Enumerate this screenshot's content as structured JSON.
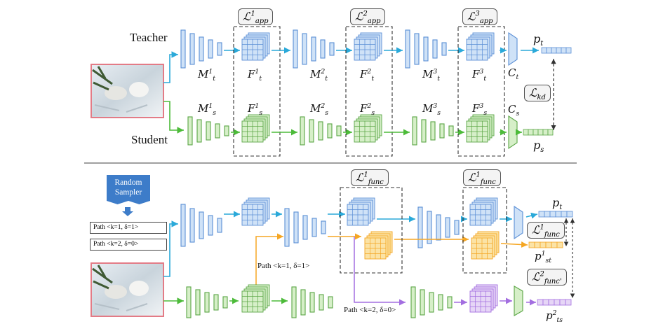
{
  "colors": {
    "teacher_fill": "#cfe2f7",
    "teacher_stroke": "#5b8fd6",
    "teacher_arrow": "#2aa9d9",
    "student_fill": "#d6efc8",
    "student_stroke": "#5ba646",
    "student_arrow": "#4dbb3a",
    "orange": "#f5a623",
    "orange_fill": "#fbe3a6",
    "purple": "#a36ee0",
    "purple_fill": "#e6d6f6",
    "image_border": "#e37b86"
  },
  "top": {
    "teacher_label": "Teacher",
    "student_label": "Student",
    "kd_loss": "kd",
    "app_losses": [
      {
        "sup": "1",
        "sub": "app"
      },
      {
        "sup": "2",
        "sub": "app"
      },
      {
        "sup": "3",
        "sub": "app"
      }
    ],
    "teacher_modules": [
      {
        "sup": "1",
        "sub": "t"
      },
      {
        "sup": "2",
        "sub": "t"
      },
      {
        "sup": "3",
        "sub": "t"
      }
    ],
    "student_modules": [
      {
        "sup": "1",
        "sub": "s"
      },
      {
        "sup": "2",
        "sub": "s"
      },
      {
        "sup": "3",
        "sub": "s"
      }
    ],
    "teacher_features": [
      {
        "sup": "1",
        "sub": "t"
      },
      {
        "sup": "2",
        "sub": "t"
      },
      {
        "sup": "3",
        "sub": "t"
      }
    ],
    "student_features": [
      {
        "sup": "1",
        "sub": "s"
      },
      {
        "sup": "2",
        "sub": "s"
      },
      {
        "sup": "3",
        "sub": "s"
      }
    ],
    "module_letter": "M",
    "feature_letter": "F",
    "classifier_letter": "C",
    "teacher_classifier_sub": "t",
    "student_classifier_sub": "s",
    "teacher_output_sub": "t",
    "student_output_sub": "s"
  },
  "bottom": {
    "sampler_line1": "Random",
    "sampler_line2": "Sampler",
    "path1_label": "Path <k=1, δ=1>",
    "path2_label": "Path <k=2, δ=0>",
    "path1_inline": "Path <k=1, δ=1>",
    "path2_inline": "Path <k=2, δ=0>",
    "func_losses": [
      {
        "sup": "1",
        "sub": "func"
      },
      {
        "sup": "1",
        "sub": "func"
      }
    ],
    "func_loss_right1": {
      "sup": "1",
      "sub": "func"
    },
    "func_loss_right2": {
      "sup": "2",
      "sub": "func'"
    },
    "teacher_output_sub": "t",
    "st_output": {
      "sup": "1",
      "sub": "st"
    },
    "ts_output": {
      "sup": "2",
      "sub": "ts"
    }
  }
}
